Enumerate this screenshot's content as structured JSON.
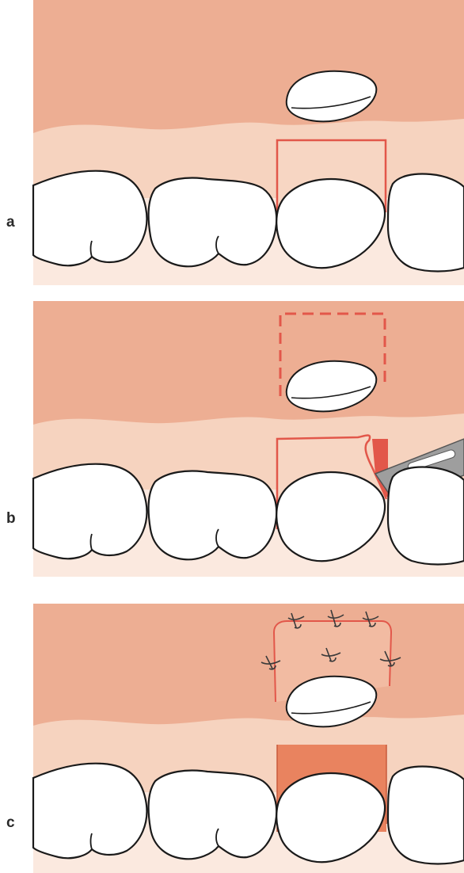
{
  "panels": [
    {
      "label": "a"
    },
    {
      "label": "b"
    },
    {
      "label": "c"
    }
  ],
  "colors": {
    "mucosa": "#edae93",
    "gingiva": "#f6d3bf",
    "incision": "#e2574a",
    "recipient_bed": "#e9835f",
    "tooth": "#ffffff",
    "outline": "#1a1a1a",
    "blade": "#9e9e9e"
  }
}
